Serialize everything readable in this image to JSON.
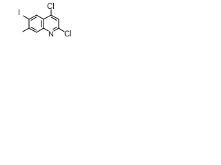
{
  "molecule": {
    "atoms": {
      "iodine": "I",
      "chlorine_4": "Cl",
      "chlorine_2": "Cl",
      "nitrogen": "N"
    },
    "colors": {
      "bond": "#1a1a1a",
      "label": "#1a1a1a",
      "background": "#ffffff"
    }
  }
}
